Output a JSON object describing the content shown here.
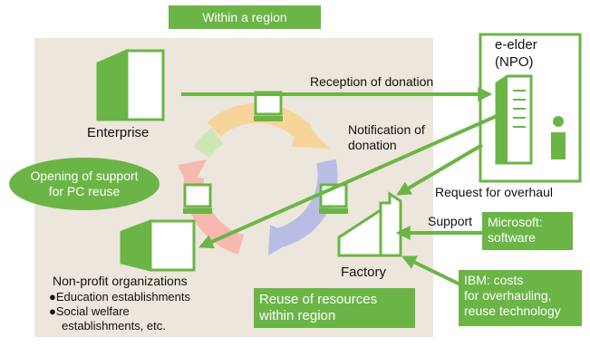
{
  "title": "Within a region",
  "nodes": {
    "enterprise": "Enterprise",
    "npo": [
      "e-elder",
      "(NPO)"
    ],
    "factory": "Factory",
    "nonprofit": "Non-profit organizations",
    "nonprofit_items": [
      "●Education establishments",
      "●Social welfare",
      "establishments, etc."
    ]
  },
  "flows": {
    "reception": "Reception of donation",
    "notification": [
      "Notification of",
      "donation"
    ],
    "overhaul": "Request for overhaul",
    "support": "Support"
  },
  "callouts": {
    "opening": [
      "Opening of support",
      "for PC reuse"
    ],
    "microsoft": [
      "Microsoft:",
      "software"
    ],
    "ibm": [
      "IBM: costs",
      "for overhauling,",
      "reuse technology"
    ],
    "reuse": [
      "Reuse of resources",
      "within region"
    ]
  },
  "colors": {
    "green": "#6bb546",
    "region_bg": "#ede6dc",
    "arc_yellow": "#f7d59a",
    "arc_blue": "#b9bde6",
    "arc_pink": "#f7b8b0",
    "arc_green": "#cfe7b5"
  }
}
